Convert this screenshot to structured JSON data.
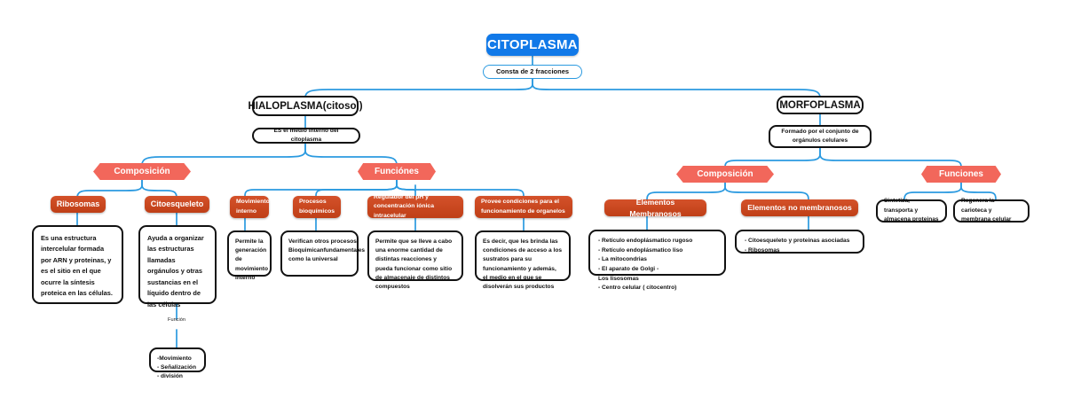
{
  "colors": {
    "root_blue": "#1179e8",
    "link_blue": "#2b9ae0",
    "hex_salmon": "#f2675b",
    "box_orange": "#c8471f",
    "outline_black": "#111111",
    "page_background": "#ffffff"
  },
  "root": {
    "label": "CITOPLASMA",
    "linking_phrase": "Consta de 2 fracciones"
  },
  "branches": [
    {
      "id": "hialoplasma",
      "title": "HIALOPLASMA(citosol)",
      "linking_phrase": "ES el medio interno del citoplasma",
      "groups": [
        {
          "id": "hialo-composicion",
          "label": "Composición",
          "children": [
            {
              "label": "Ribosomas",
              "detail": "Es una estructura intercelular formada por ARN y proteinas, y es el sitio en el que ocurre la síntesis proteica en las células.",
              "image": "mitochondrion-illustration"
            },
            {
              "label": "Citoesqueleto",
              "detail": "Ayuda a organizar las estructuras llamadas orgánulos y otras sustancias en el líquido dentro de las células",
              "image": "golgi-apparatus-illustration",
              "sub_link_label": "Función",
              "sub_detail": "-Movimiento\n- Señalización\n- división"
            }
          ]
        },
        {
          "id": "hialo-funciones",
          "label": "Funciónes",
          "children": [
            {
              "label": "Movimiento interno",
              "detail": "Permite la generación de movimiento interno"
            },
            {
              "label": "Procesos bioquímicos",
              "detail": "Verifican otros procesos Bioquimicanfundamentales como la universal"
            },
            {
              "label": "Regulador del pH y concentración iónica intracelular",
              "detail": "Permite que se lleve a cabo una enorme cantidad de distintas reacciones y pueda funcionar como sitio de almacenaje de distintos compuestos"
            },
            {
              "label": "Provee condiciones para el funcionamiento de organelos",
              "detail": "Es decir, que les brinda las condiciones de acceso a los sustratos para su funcionamiento y además, el medio en el que se disolverán sus productos"
            }
          ]
        }
      ]
    },
    {
      "id": "morfoplasma",
      "title": "MORFOPLASMA",
      "linking_phrase": "Formado por el conjunto de orgánulos celulares",
      "groups": [
        {
          "id": "morfo-composicion",
          "label": "Composición",
          "children": [
            {
              "label": "Elementos Membranosos",
              "detail": "- Retículo endoplásmatico rugoso\n- Retículo endoplásmatico liso\n- La mitocondrias\n- El aparato de Golgi                                  -\nLos lisosomas\n- Centro celular ( citocentro)"
            },
            {
              "label": "Elementos no membranosos",
              "detail": "- Citoesqueleto y proteinas asociadas\n- Ribosomas"
            }
          ]
        },
        {
          "id": "morfo-funciones",
          "label": "Funciones",
          "children": [
            {
              "label": "Sintetiza, transporta y almacena proteinas"
            },
            {
              "label": "Regenera la carioteca y membrana celular"
            }
          ]
        }
      ]
    }
  ]
}
